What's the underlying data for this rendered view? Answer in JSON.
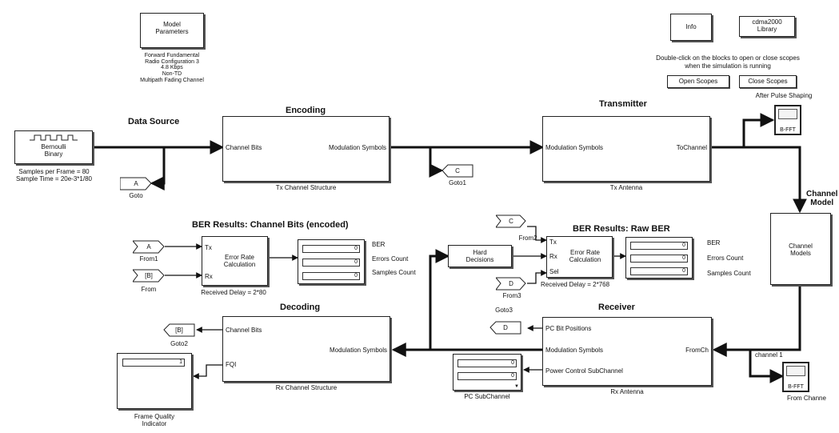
{
  "model_params": {
    "block_label": "Model\nParameters",
    "desc": [
      "Forward Fundamental",
      "Radio Configuration 3",
      "4.8 Kbps",
      "Non-TD",
      "Multipath Fading Channel"
    ]
  },
  "info": {
    "label": "Info"
  },
  "library": {
    "label": "cdma2000\nLibrary"
  },
  "scope_hint": [
    "Double-click on the blocks to open or close scopes",
    "when the simulation is running"
  ],
  "buttons": {
    "open": "Open Scopes",
    "close": "Close Scopes"
  },
  "sections": {
    "data_source": "Data Source",
    "encoding": "Encoding",
    "transmitter": "Transmitter",
    "channel_model": "Channel\nModel",
    "ber_bits": "BER Results:  Channel Bits (encoded)",
    "ber_raw": "BER Results: Raw BER",
    "decoding": "Decoding",
    "receiver": "Receiver"
  },
  "bernoulli": {
    "label": "Bernoulli\nBinary",
    "caption": "Samples per Frame = 80\nSample Time = 20e-3*1/80"
  },
  "tx_channel": {
    "in": "Channel Bits",
    "out": "Modulation Symbols",
    "caption": "Tx Channel Structure"
  },
  "tx_antenna": {
    "in": "Modulation Symbols",
    "out": "ToChannel",
    "caption": "Tx Antenna"
  },
  "channel_models": {
    "label": "Channel\nModels"
  },
  "after_pulse": {
    "caption": "After Pulse Shaping",
    "scope_label": "B-FFT"
  },
  "from_channel": {
    "caption": "From Channe",
    "scope_label": "B-FFT",
    "wire_label": "channel 1"
  },
  "goto_a": {
    "tag": "A",
    "caption": "Goto"
  },
  "goto1": {
    "tag": "C",
    "caption": "Goto1"
  },
  "from1": {
    "tag": "A",
    "caption": "From1"
  },
  "from": {
    "tag": "[B]",
    "caption": "From"
  },
  "from2": {
    "tag": "C",
    "caption": "From2"
  },
  "from3": {
    "tag": "D",
    "caption": "From3"
  },
  "goto2": {
    "tag": "[B]",
    "caption": "Goto2"
  },
  "goto3": {
    "tag": "D",
    "caption": "Goto3"
  },
  "err1": {
    "in1": "Tx",
    "in2": "Rx",
    "label": "Error Rate\nCalculation",
    "caption": "Received Delay = 2*80"
  },
  "err2": {
    "in1": "Tx",
    "in2": "Rx",
    "in3": "Sel",
    "label": "Error Rate\nCalculation",
    "caption": "Received Delay = 2*768"
  },
  "disp1": {
    "values": [
      "0",
      "0",
      "0"
    ],
    "labels": [
      "BER",
      "Errors Count",
      "Samples Count"
    ]
  },
  "disp2": {
    "values": [
      "0",
      "0",
      "0"
    ],
    "labels": [
      "BER",
      "Errors Count",
      "Samples Count"
    ]
  },
  "hard": {
    "label": "Hard\nDecisions"
  },
  "rx_channel": {
    "in1": "Channel Bits",
    "in2": "FQI",
    "out": "Modulation Symbols",
    "caption": "Rx Channel Structure"
  },
  "rx_antenna": {
    "in1": "PC Bit Positions",
    "in2": "Modulation Symbols",
    "in3": "Power Control SubChannel",
    "out": "FromCh",
    "caption": "Rx Antenna"
  },
  "fqi": {
    "value": "1",
    "caption": "Frame Quality\nIndicator"
  },
  "pc_sub": {
    "values": [
      "0",
      "0"
    ],
    "caption": "PC SubChannel"
  },
  "colors": {
    "wire": "#111111",
    "block_border": "#222222",
    "shadow": "#555555"
  }
}
